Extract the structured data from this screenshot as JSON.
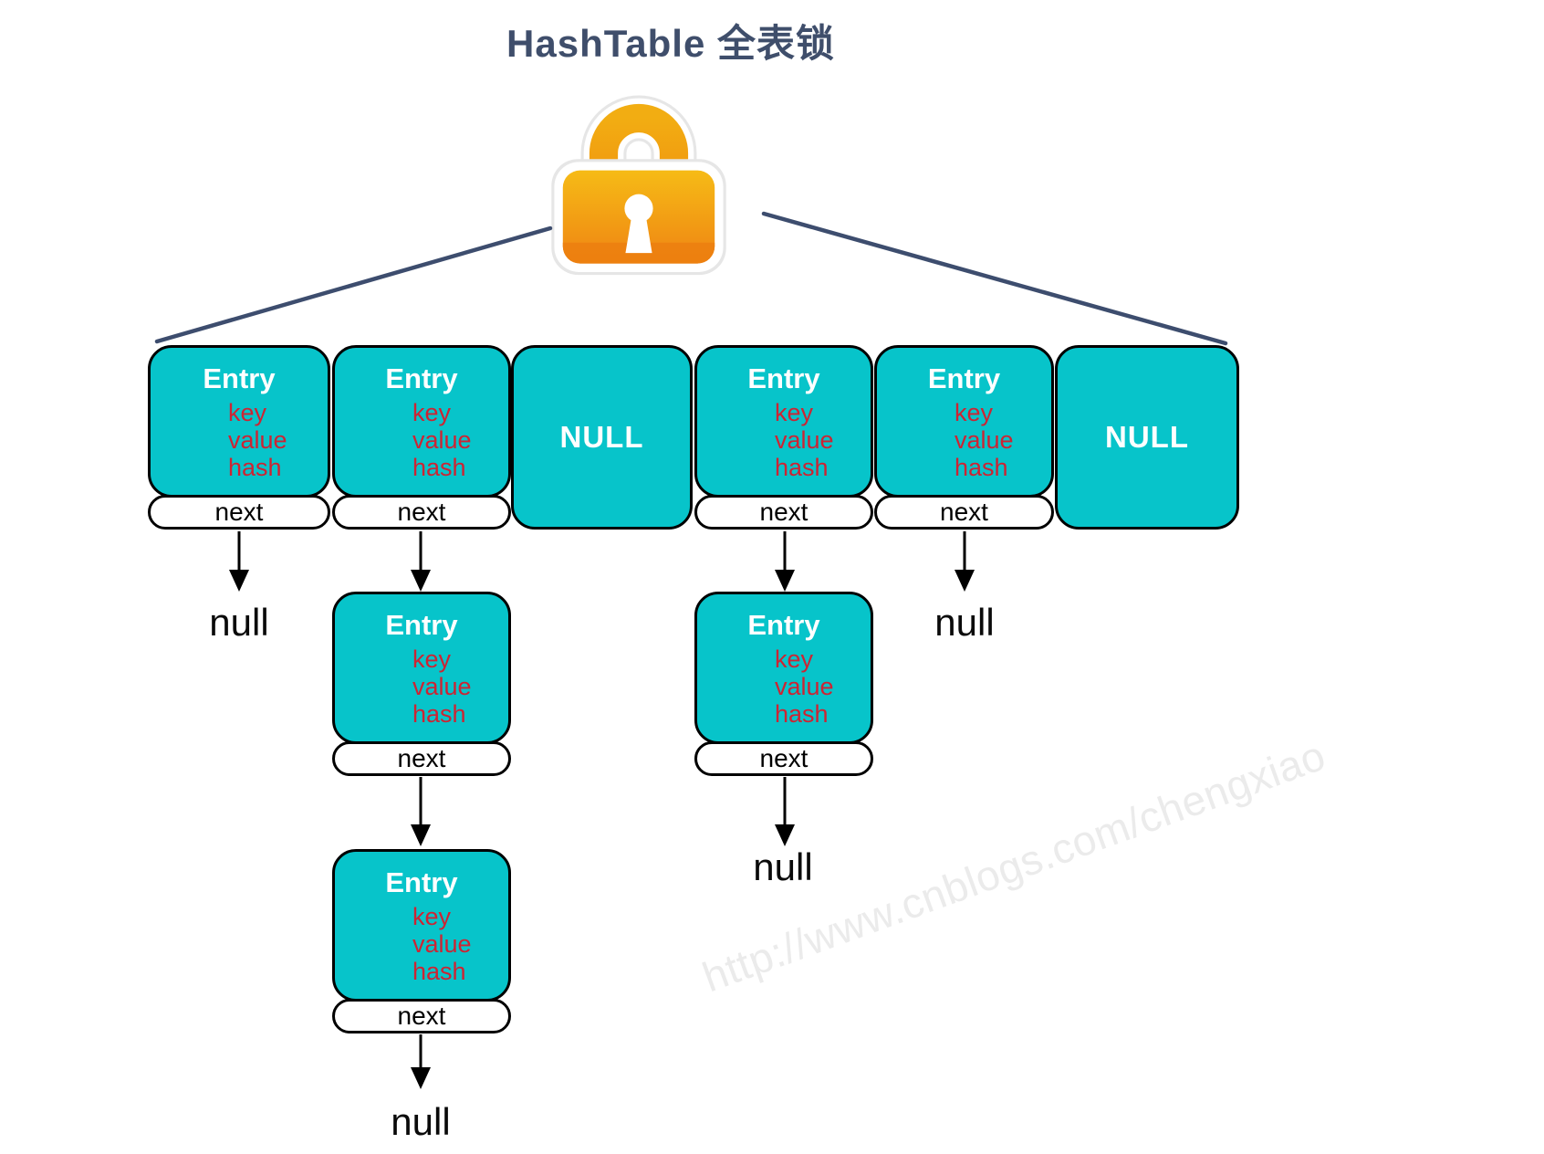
{
  "title": "HashTable 全表锁",
  "lock": {
    "icon": "padlock-icon"
  },
  "labels": {
    "entry": "Entry",
    "key": "key",
    "value": "value",
    "hash": "hash",
    "next": "next",
    "null_box": "NULL",
    "null_ref": "null"
  },
  "buckets": [
    {
      "index": 0,
      "slot": "Entry",
      "chain_entries": 1,
      "terminates": "null"
    },
    {
      "index": 1,
      "slot": "Entry",
      "chain_entries": 3,
      "terminates": "null"
    },
    {
      "index": 2,
      "slot": "NULL",
      "chain_entries": 0,
      "terminates": ""
    },
    {
      "index": 3,
      "slot": "Entry",
      "chain_entries": 2,
      "terminates": "null"
    },
    {
      "index": 4,
      "slot": "Entry",
      "chain_entries": 1,
      "terminates": "null"
    },
    {
      "index": 5,
      "slot": "NULL",
      "chain_entries": 0,
      "terminates": ""
    }
  ],
  "watermark": "http://www.cnblogs.com/chengxiao",
  "colors": {
    "teal": "#07c4ca",
    "field_red": "#cd2433",
    "navy_title": "#3f4e6b",
    "connector_navy": "#3d4d6e",
    "lock_gold_top": "#f6bb16",
    "lock_gold_bottom": "#ef8413",
    "watermark_gray": "#ebebeb",
    "border_black": "#000000",
    "box_text_white": "#ffffff"
  }
}
